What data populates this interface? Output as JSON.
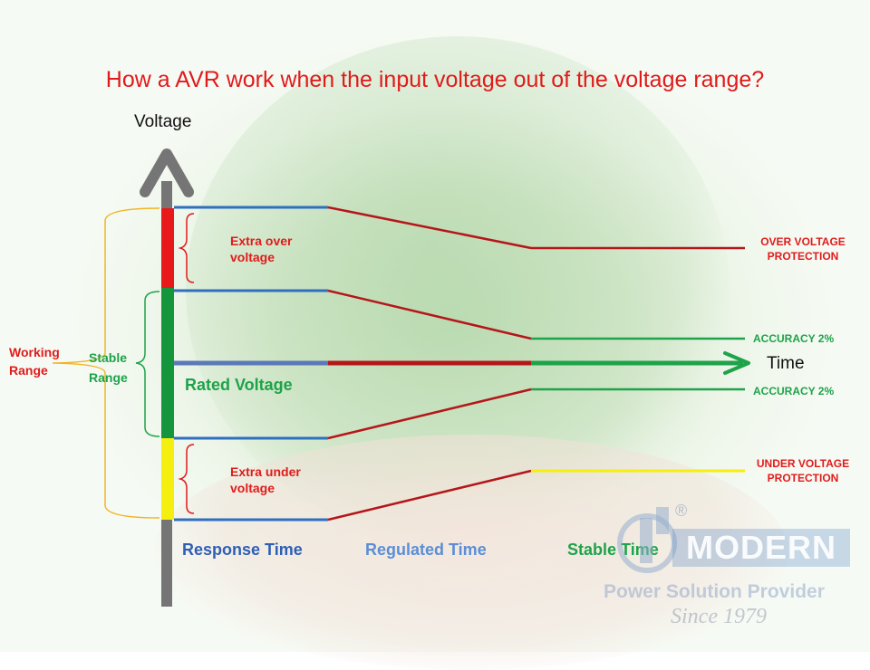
{
  "title": "How a AVR work when the input voltage out of the voltage range?",
  "axes": {
    "y_label": "Voltage",
    "x_label": "Time"
  },
  "zones": {
    "extra_over": "Extra over\nvoltage",
    "rated": "Rated Voltage",
    "extra_under": "Extra under\nvoltage"
  },
  "ranges": {
    "working": "Working\nRange",
    "stable": "Stable\nRange"
  },
  "right_labels": {
    "over_protection": "OVER VOLTAGE\nPROTECTION",
    "accuracy_top": "ACCURACY  2%",
    "accuracy_bottom": "ACCURACY  2%",
    "under_protection": "UNDER VOLTAGE\nPROTECTION"
  },
  "phases": {
    "response": "Response Time",
    "regulated": "Regulated Time",
    "stable": "Stable Time"
  },
  "logo": {
    "brand": "MODERN",
    "registered": "®",
    "tagline": "Power  Solution Provider",
    "since": "Since 1979"
  },
  "colors": {
    "title_red": "#e01b1b",
    "green": "#1ea34a",
    "blue": "#3d6ec9",
    "dark_red": "#b5161a",
    "yellow": "#f5ef10",
    "axis_gray": "#757575"
  }
}
